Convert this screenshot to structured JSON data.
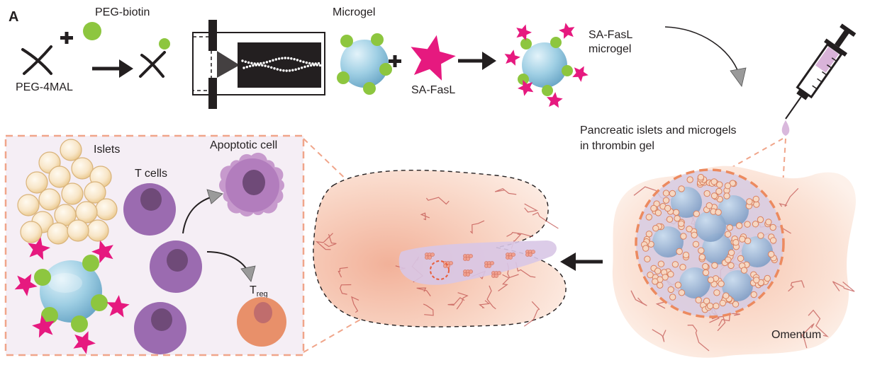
{
  "panel_label": "A",
  "top_row": {
    "peg_4mal": "PEG-4MAL",
    "peg_biotin": "PEG-biotin",
    "microgel": "Microgel",
    "sa_fasl": "SA-FasL",
    "sa_fasl_microgel_line1": "SA-FasL",
    "sa_fasl_microgel_line2": "microgel"
  },
  "injection": {
    "line1": "Pancreatic islets and microgels",
    "line2": "in thrombin gel"
  },
  "inset": {
    "islets": "Islets",
    "t_cells": "T cells",
    "apoptotic_cell": "Apoptotic cell",
    "treg_main": "T",
    "treg_sub": "reg"
  },
  "omentum": "Omentum",
  "colors": {
    "peg_biotin_green": "#8dc63f",
    "fasl_magenta": "#e6197f",
    "microgel_blue": "#8fc3dd",
    "t_cell_purple": "#9b6bb0",
    "treg_orange": "#e8906a",
    "inset_border": "#f0a58a",
    "inset_bg": "#f5eef5"
  }
}
